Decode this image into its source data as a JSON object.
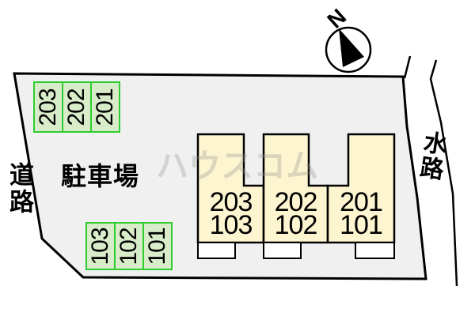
{
  "compass": {
    "label": "N"
  },
  "labels": {
    "parking_lot": "駐車場",
    "road": "道路",
    "waterway": "水路"
  },
  "watermark": {
    "text": "ハウスコム"
  },
  "parking": {
    "upper_row": [
      "203",
      "202",
      "201"
    ],
    "lower_row": [
      "103",
      "102",
      "101"
    ]
  },
  "building": {
    "units": [
      {
        "upper": "203",
        "lower": "103"
      },
      {
        "upper": "202",
        "lower": "102"
      },
      {
        "upper": "201",
        "lower": "101"
      }
    ]
  },
  "colors": {
    "plot_fill": "#f0f0f0",
    "building_fill": "#fdf5d0",
    "porch_fill": "#ffffff",
    "parking_fill": "#d8ecca",
    "parking_border": "#2ecc2e",
    "outline": "#000000",
    "watermark": "#969491"
  }
}
